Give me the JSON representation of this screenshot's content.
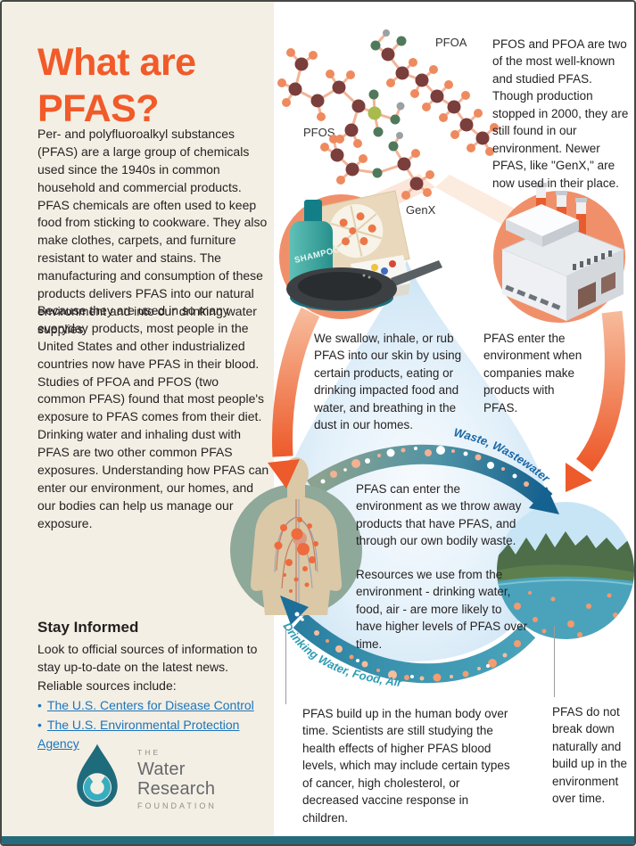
{
  "page": {
    "accent_orange": "#f15a29",
    "left_bg": "#f4efe4",
    "bottom_bar_color": "#256b7b",
    "link_color": "#1b75bc"
  },
  "left_panel": {
    "title": "What are PFAS?",
    "paragraph1": "Per- and polyfluoroalkyl substances (PFAS) are a large group of chemicals used since the 1940s in common household and commercial products. PFAS chemicals are often used to keep food from sticking to cookware. They also make clothes, carpets, and furniture resistant to water and stains. The manufacturing and consumption of these products delivers PFAS into our natural environment and into our drinking water supplies.",
    "paragraph2": "Because they are used in so many everyday products, most people in the United States and other industrialized countries now have PFAS in their blood. Studies of PFOA and PFOS (two common PFAS) found that most people's exposure to PFAS comes from their diet. Drinking water and inhaling dust with PFAS are two other common PFAS exposures. Understanding how PFAS can enter our environment, our homes, and our bodies can help us manage our exposure.",
    "stay_informed": {
      "heading": "Stay Informed",
      "intro": "Look to official sources of information to stay up-to-date on the latest news. Reliable sources include:",
      "bullet": "•",
      "links": [
        {
          "label": "The U.S. Centers for Disease Control"
        },
        {
          "label": "The U.S. Environmental Protection Agency"
        }
      ]
    },
    "logo": {
      "pre": "THE",
      "line1": "Water",
      "line2": "Research",
      "post": "FOUNDATION"
    }
  },
  "diagram": {
    "labels": {
      "pfoa": "PFOA",
      "pfos": "PFOS",
      "genx": "GenX",
      "shampoo": "SHAMPOO"
    },
    "top_right_text": "PFOS and PFOA are two of the most well-known and studied PFAS. Though production stopped in 2000, they are still found in our environment. Newer PFAS, like \"GenX,\" are now used in their place.",
    "swallow_text": "We swallow, inhale, or rub PFAS into our skin by using certain products, eating or drinking impacted food and water, and breathing in the dust in our homes.",
    "factory_text": "PFAS enter the environment when companies make products with PFAS.",
    "waste_arrow_label": "Waste, Wastewater",
    "center_text_1": "PFAS can enter the environment as we throw away products that have PFAS, and through our own bodily waste.",
    "center_text_2": "Resources we use from the environment - drinking water, food, air - are more likely to have higher levels of PFAS over time.",
    "drinking_arrow_label": "Drinking Water, Food, Air",
    "human_text": "PFAS build up in the human body over time. Scientists are still studying the health effects of higher PFAS blood levels, which may include certain types of cancer, high cholesterol, or decreased vaccine response in children.",
    "environment_text": "PFAS do not break down naturally and build up in the environment over time."
  }
}
